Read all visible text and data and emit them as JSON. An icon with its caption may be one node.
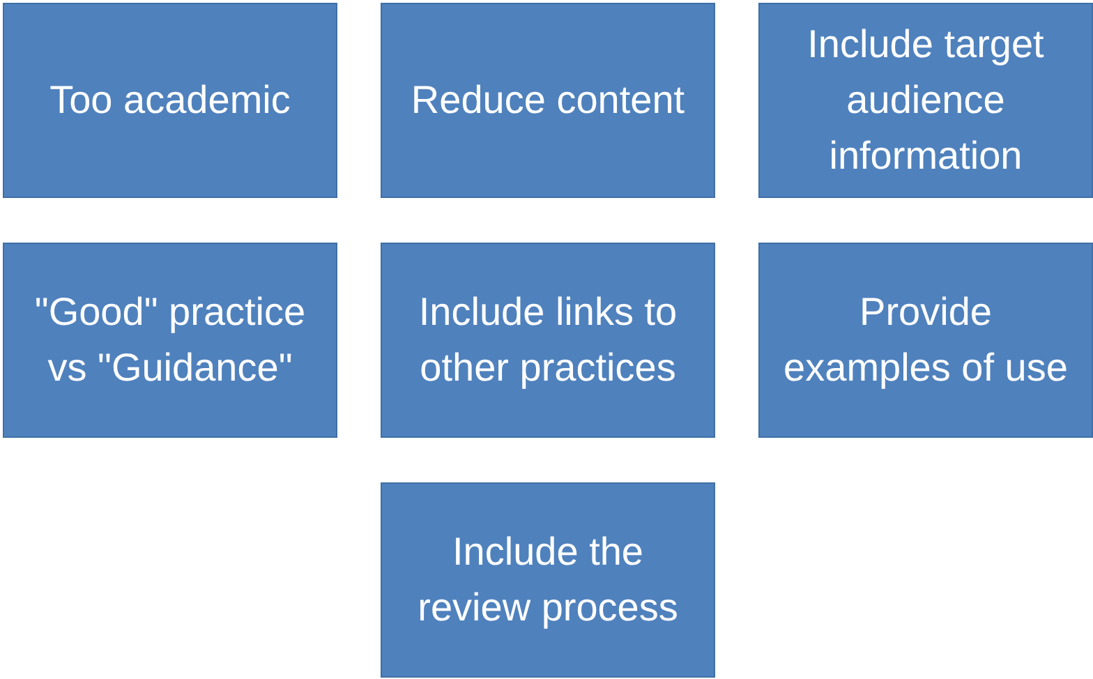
{
  "diagram": {
    "nodes": [
      {
        "text": [
          "Too academic"
        ]
      },
      {
        "text": [
          "Reduce content"
        ]
      },
      {
        "text": [
          "Include target audience information"
        ]
      },
      {
        "text": [
          "\"Good\" practice vs \"Guidance\""
        ]
      },
      {
        "text": [
          "Include links to other practices"
        ]
      },
      {
        "text": [
          "Provide examples of use"
        ]
      },
      {
        "text": [
          "Include the review process"
        ]
      }
    ]
  }
}
